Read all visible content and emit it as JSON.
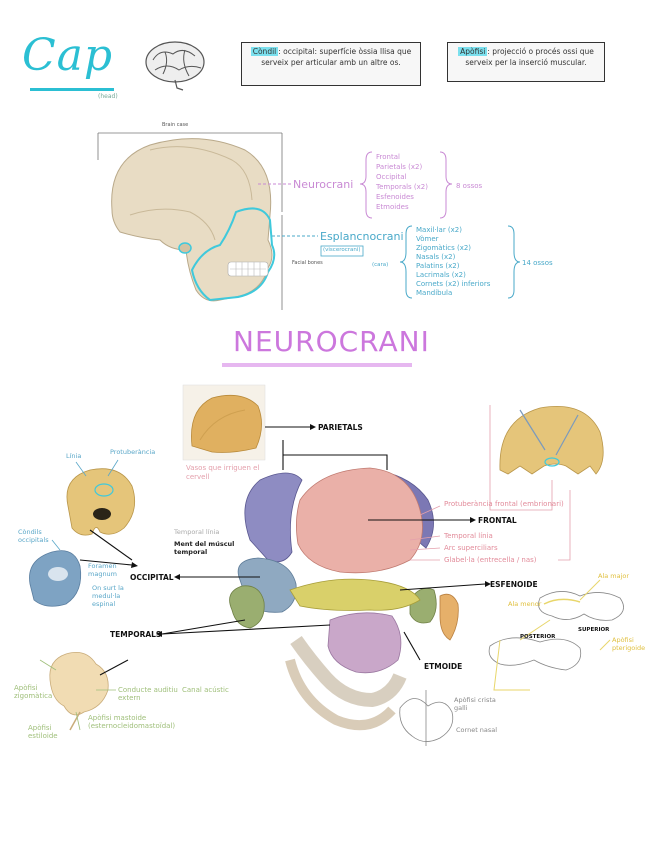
{
  "header": {
    "logo_text": "Cap",
    "logo_sub": "(head)",
    "note1": {
      "term": "Còndil",
      "text": "occipital: superfície òssia llisa que serveix per articular amb un altre os."
    },
    "note2": {
      "term": "Apòfisi",
      "text": "projecció o procés ossi que serveix per la inserció muscular."
    }
  },
  "skull_section": {
    "brain_case_label": "Brain case",
    "facial_bones_label": "Facial bones",
    "neuro_label": "Neurocrani",
    "neuro_bones": [
      "Frontal",
      "Parietals (x2)",
      "Occipital",
      "Temporals (x2)",
      "Esfenoides",
      "Etmoides"
    ],
    "neuro_count": "8 ossos",
    "esplanc_label": "Esplancnocrani",
    "esplanc_small1": "(viscerocrani)",
    "esplanc_small2": "(cara)",
    "esplanc_bones": [
      "Maxil·lar (x2)",
      "Vòmer",
      "Zigomàtics (x2)",
      "Nasals (x2)",
      "Palatins (x2)",
      "Lacrimals (x2)",
      "Cornets (x2) inferiors",
      "Mandíbula"
    ],
    "esplanc_count": "14 ossos"
  },
  "title": "NEUROCRANI",
  "labels": {
    "parietals": "PARIETALS",
    "frontal": "FRONTAL",
    "occipital": "OCCIPITAL",
    "temporals": "TEMPORALS",
    "esfenoide": "ESFENOIDE",
    "etmoide": "ETMOIDE",
    "parietal_note": "Vasos que irriguen el cervell",
    "frontal_notes": [
      "Protuberància frontal (embrionari)",
      "Temporal línia",
      "Arc superciliars",
      "Glabel·la (entrecella / nas)"
    ],
    "temporal_lines": [
      "Temporal línia",
      "Ment del múscul temporal"
    ],
    "occipital_notes": [
      "Còndils occipitals",
      "Foramen magnum",
      "On surt la medul·la espinal"
    ],
    "occipital_top": [
      "Línia",
      "Protuberància"
    ],
    "temporal_notes": [
      "Conducte auditiu extern",
      "Canal acústic",
      "Apòfisi mastoide (esternocleidomastoïdal)",
      "Apòfisi estiloide",
      "Apòfisi zigomàtica"
    ],
    "esfenoide_notes": [
      "Ala major",
      "Ala menor",
      "Apòfisi pterigoide",
      "POSTERIOR",
      "SUPERIOR"
    ],
    "etmoide_notes": [
      "Apòfisi crista galli",
      "Cornet nasal"
    ]
  }
}
